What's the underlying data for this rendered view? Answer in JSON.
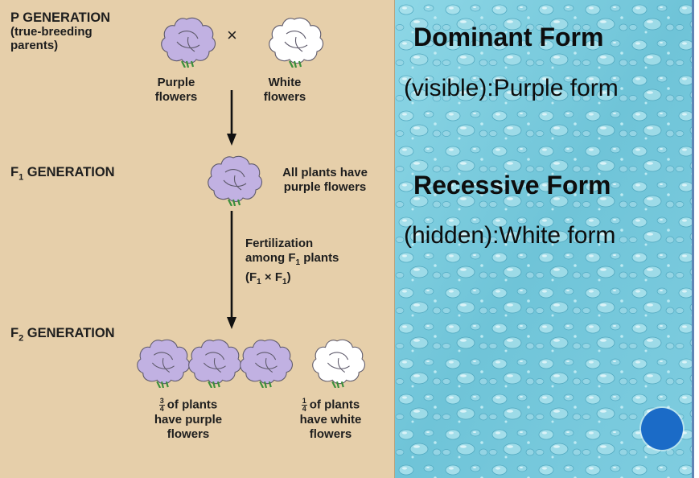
{
  "left": {
    "p_generation": {
      "title": "P GENERATION",
      "subtitle_1": "(true-breeding",
      "subtitle_2": "parents)"
    },
    "cross_symbol": "×",
    "purple_label": {
      "line1": "Purple",
      "line2": "flowers"
    },
    "white_label": {
      "line1": "White",
      "line2": "flowers"
    },
    "f1_generation": {
      "prefix": "F",
      "sub": "1",
      "suffix": " GENERATION"
    },
    "f1_note": {
      "line1": "All plants have",
      "line2": "purple flowers"
    },
    "fertilization": {
      "line1": "Fertilization",
      "line2_prefix": "among F",
      "line2_sub": "1",
      "line2_suffix": " plants",
      "line3_a": "(F",
      "line3_sub1": "1",
      "line3_b": " × F",
      "line3_sub2": "1",
      "line3_c": ")"
    },
    "f2_generation": {
      "prefix": "F",
      "sub": "2",
      "suffix": " GENERATION"
    },
    "f2_purple": {
      "frac_num": "3",
      "frac_den": "4",
      "line1": "of plants",
      "line2": "have purple",
      "line3": "flowers"
    },
    "f2_white": {
      "frac_num": "1",
      "frac_den": "4",
      "line1": "of plants",
      "line2": "have white",
      "line3": "flowers"
    }
  },
  "right": {
    "dominant_title": "Dominant Form",
    "dominant_desc": "(visible):Purple form",
    "recessive_title": "Recessive Form",
    "recessive_desc": "(hidden):White form"
  },
  "colors": {
    "left_background": "#e6cfaa",
    "water_background": "#6ec6da",
    "purple_flower": "#c1b1e2",
    "white_flower": "#ffffff",
    "dot": "#1b6bc7"
  }
}
